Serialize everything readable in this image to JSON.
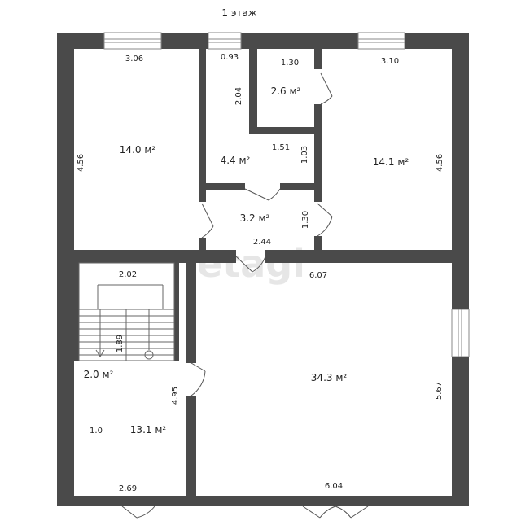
{
  "title": "1 этаж",
  "watermark": "etagi",
  "colors": {
    "wall": "#4a4a4a",
    "background": "#ffffff",
    "text": "#222222"
  },
  "rooms": {
    "top_left": {
      "area": "14.0 м²",
      "width": "3.06",
      "height": "4.56"
    },
    "corridor_top": {
      "area": "4.4 м²",
      "top": "0.93",
      "side": "2.04",
      "bottom": "1.51",
      "right": "1.03"
    },
    "small_room": {
      "area": "2.6 м²",
      "width": "1.30"
    },
    "top_right": {
      "area": "14.1 м²",
      "width": "3.10",
      "height": "4.56"
    },
    "hall": {
      "area": "3.2 м²",
      "width": "2.44",
      "height": "1.30"
    },
    "stair": {
      "area": "2.0 м²",
      "width": "2.02",
      "height": "1.89"
    },
    "bottom_left": {
      "area": "13.1 м²",
      "width": "2.69",
      "height": "4.95",
      "inner": "1.0"
    },
    "big_room": {
      "area": "34.3 м²",
      "top": "6.07",
      "bottom": "6.04",
      "height": "5.67"
    }
  }
}
